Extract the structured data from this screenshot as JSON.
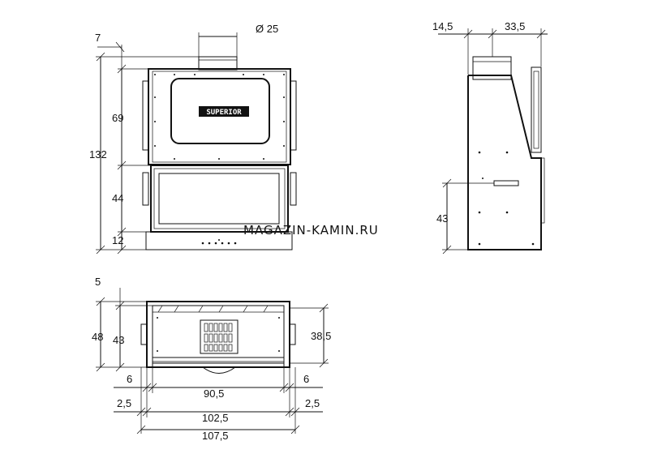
{
  "watermark": "MAGAZIN-KAMIN.RU",
  "logo_text": "SUPERIOR",
  "front_view": {
    "flue_diameter": "Ø 25",
    "top_offset": "7",
    "total_height": "132",
    "upper_height": "69",
    "door_height": "44",
    "base_height": "12"
  },
  "side_view": {
    "flue_offset": "14,5",
    "depth_top": "33,5",
    "vent_height": "43"
  },
  "top_view": {
    "back_offset": "5",
    "outer_depth": "48",
    "inner_depth": "43",
    "right_depth": "38,5",
    "left_side": "6",
    "right_side": "6",
    "inner_width": "90,5",
    "left_margin": "2,5",
    "right_margin": "2,5",
    "middle_width": "102,5",
    "total_width": "107,5"
  }
}
